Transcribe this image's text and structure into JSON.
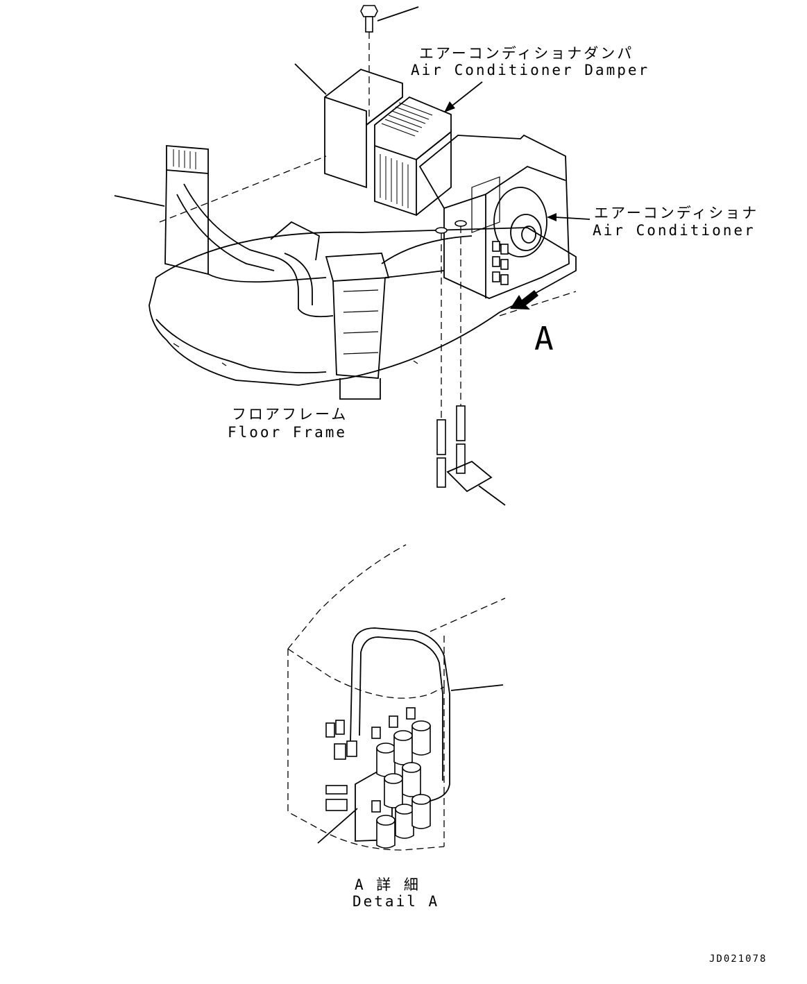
{
  "labels": {
    "damper_jp": "エアーコンディショナダンパ",
    "damper_en": "Air Conditioner Damper",
    "ac_jp": "エアーコンディショナ",
    "ac_en": "Air Conditioner",
    "floor_jp": "フロアフレーム",
    "floor_en": "Floor Frame",
    "view_marker": "A",
    "detail_jp": "A 詳 細",
    "detail_en": "Detail A",
    "drawing_code": "JD021078"
  }
}
